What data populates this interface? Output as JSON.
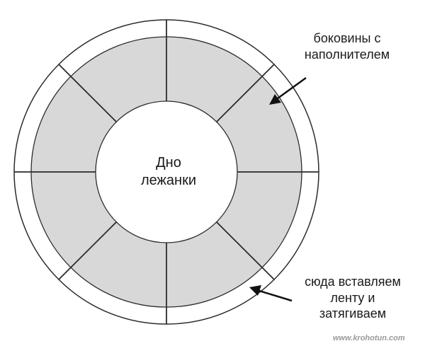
{
  "labels": {
    "bottom": {
      "line1": "Дно",
      "line2": "лежанки"
    },
    "sides": {
      "line1": "боковины с",
      "line2": "наполнителем"
    },
    "tape": {
      "line1": "сюда вставляем",
      "line2": "ленту и",
      "line3": "затягиваем"
    }
  },
  "watermark": "www.krohotun.com",
  "colors": {
    "segment_fill": "#d8d8d8",
    "stroke": "#2b2b2b",
    "background": "#ffffff"
  },
  "segment_count": 8
}
